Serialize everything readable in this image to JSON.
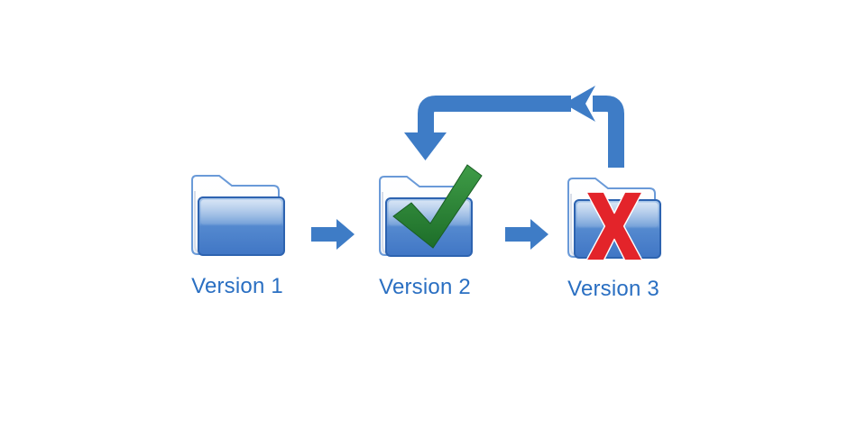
{
  "nodes": [
    {
      "label": "Version 1",
      "overlay_icon": "none"
    },
    {
      "label": "Version 2",
      "overlay_icon": "check-icon"
    },
    {
      "label": "Version 3",
      "overlay_icon": "x-icon"
    }
  ],
  "flow": {
    "forward": [
      "Version 1 to Version 2",
      "Version 2 to Version 3"
    ],
    "revert": "Version 3 back to Version 2"
  },
  "colors": {
    "arrow": "#3e7cc6",
    "label": "#2a6fc2",
    "check": "#2c8434",
    "cross": "#e3242a",
    "folder_outline": "#2d63b0"
  }
}
